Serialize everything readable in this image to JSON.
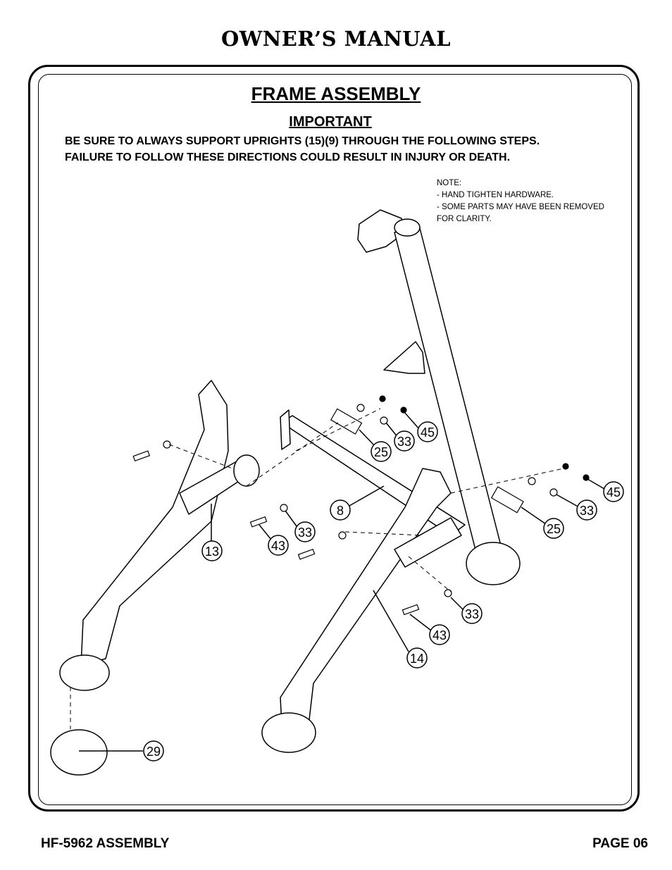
{
  "header": {
    "title": "OWNER’S MANUAL"
  },
  "section": {
    "title": "FRAME ASSEMBLY",
    "important_label": "IMPORTANT",
    "warning_lines": [
      "BE SURE TO ALWAYS SUPPORT UPRIGHTS (15)(9) THROUGH THE FOLLOWING STEPS.",
      "FAILURE TO FOLLOW THESE DIRECTIONS COULD RESULT IN INJURY OR DEATH."
    ]
  },
  "note": {
    "lines": [
      "NOTE:",
      "- HAND TIGHTEN HARDWARE.",
      "-  SOME PARTS MAY HAVE BEEN REMOVED",
      "FOR CLARITY."
    ]
  },
  "callouts": {
    "c45a": "45",
    "c33a": "33",
    "c25a": "25",
    "c45b": "45",
    "c33b": "33",
    "c25b": "25",
    "c8": "8",
    "c13": "13",
    "c33c": "33",
    "c43a": "43",
    "c33d": "33",
    "c43b": "43",
    "c14": "14",
    "c29": "29"
  },
  "footer": {
    "left": "HF-5962 ASSEMBLY",
    "right": "PAGE 06"
  }
}
